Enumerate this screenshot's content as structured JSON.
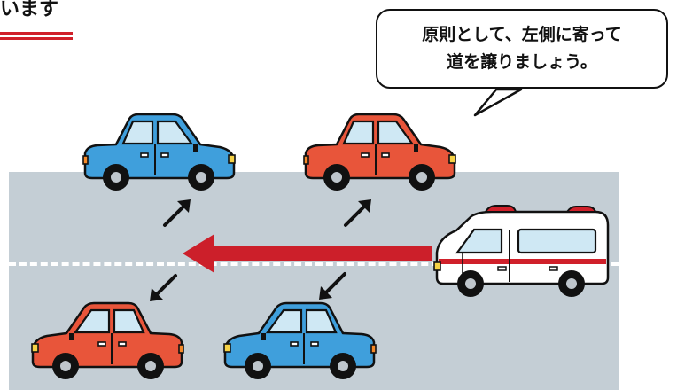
{
  "heading": {
    "text": "います",
    "underline_color": "#d0202a"
  },
  "speech_bubble": {
    "lines": [
      "原則として、左側に寄って",
      "道を譲りましょう。"
    ]
  },
  "colors": {
    "road": "#c4ced5",
    "lane_marking": "#ffffff",
    "car_blue": "#3f9fdc",
    "car_red": "#e8553a",
    "ambulance_stripe": "#d0202a",
    "arrow_red": "#cc1f2a",
    "outline": "#111111"
  },
  "scene": {
    "vehicles": [
      {
        "name": "car-blue-top-left",
        "color": "blue",
        "action": "moves to left roadside"
      },
      {
        "name": "car-red-top-right",
        "color": "red",
        "action": "moves to left roadside"
      },
      {
        "name": "car-red-bottom-left",
        "color": "red",
        "action": "moves to left roadside"
      },
      {
        "name": "car-blue-bottom-right",
        "color": "blue",
        "action": "moves to left roadside"
      },
      {
        "name": "ambulance",
        "color": "white",
        "action": "passes through center"
      }
    ],
    "icons": [
      "diagonal-arrow-icon",
      "pass-direction-arrow-icon"
    ]
  }
}
